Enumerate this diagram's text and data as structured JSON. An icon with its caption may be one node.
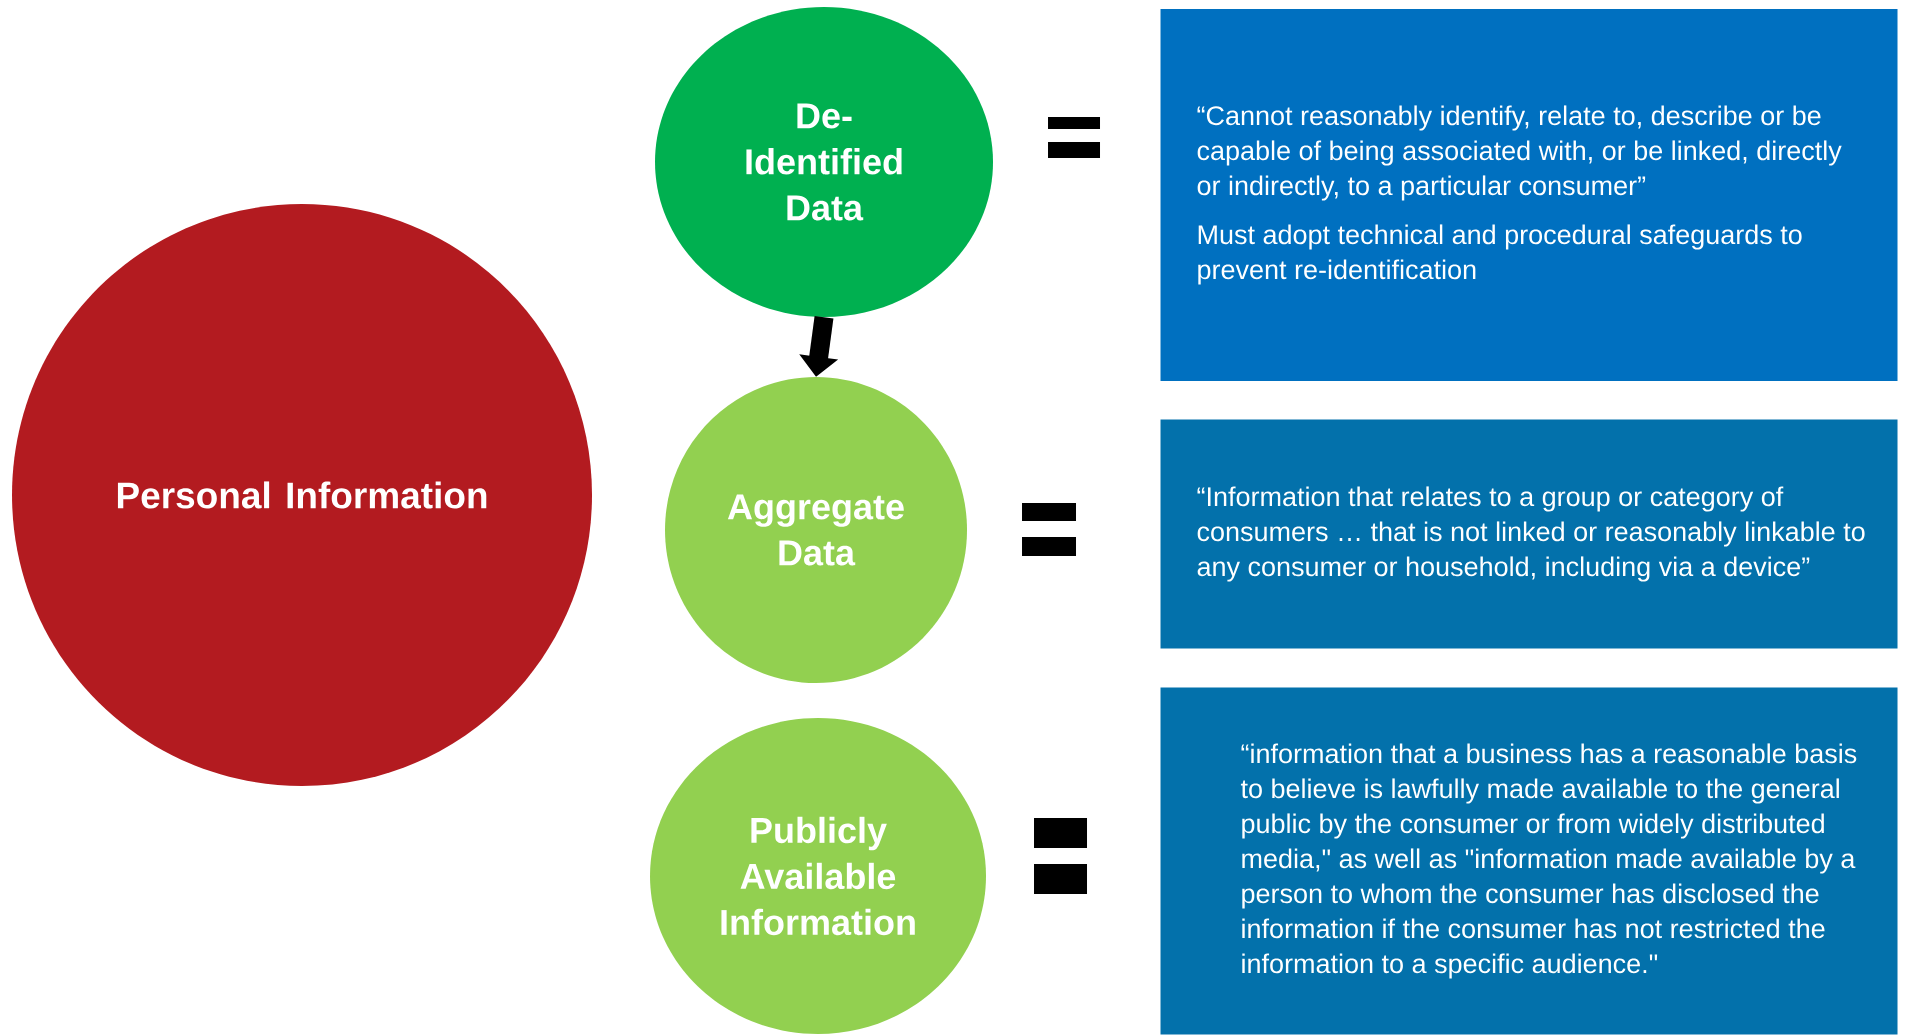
{
  "diagram": {
    "nodes": [
      {
        "text": [
          "Personal Information"
        ]
      },
      {
        "text": [
          "De-Identified Data"
        ]
      },
      {
        "text": [
          "Aggregate Data"
        ]
      },
      {
        "text": [
          "Publicly Available Information"
        ]
      },
      {
        "text": [
          "“Cannot reasonably identify, relate to, describe or be capable of being associated with, or be linked, directly or indirectly, to a particular consumer”",
          "Must adopt technical and procedural safeguards to prevent re-identification"
        ]
      },
      {
        "text": [
          "“Information that relates to a group or category of consumers … that is not linked or reasonably linkable to any consumer or household, including via a device”"
        ]
      },
      {
        "text": [
          "“information that a business has a reasonable basis to believe is lawfully made available to the general public by the consumer or from widely distributed media,\" as well as \"information made available by a person to whom the consumer has disclosed the information if the consumer has not restricted the information to a specific audience.\""
        ]
      }
    ],
    "edges": [
      {
        "from": 1,
        "to": 2,
        "arrow": "to"
      }
    ]
  }
}
